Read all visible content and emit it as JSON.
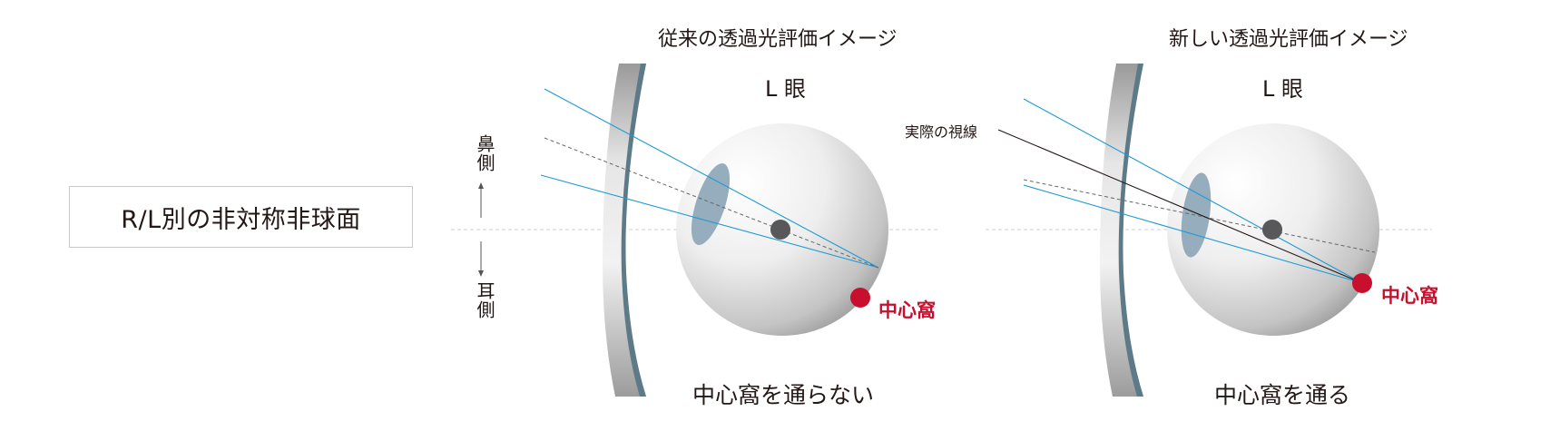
{
  "feature_label": "R/L別の非対称非球面",
  "axis": {
    "nose_side": "鼻側",
    "ear_side": "耳側"
  },
  "panels": [
    {
      "title": "従来の透過光評価イメージ",
      "eye": "L 眼",
      "fovea_label": "中心窩",
      "result": "中心窩を通らない"
    },
    {
      "title": "新しい透過光評価イメージ",
      "eye": "L 眼",
      "fovea_label": "中心窩",
      "result": "中心窩を通る",
      "line_of_sight_label": "実際の視線"
    }
  ],
  "colors": {
    "ray_blue": "#1e9ad6",
    "fovea_red": "#c8102e",
    "cornea": "#8fa9b8",
    "pupil": "#58585a",
    "lens_edge": "#5d7a88",
    "text": "#231815",
    "box_border": "#c8c8c8"
  }
}
